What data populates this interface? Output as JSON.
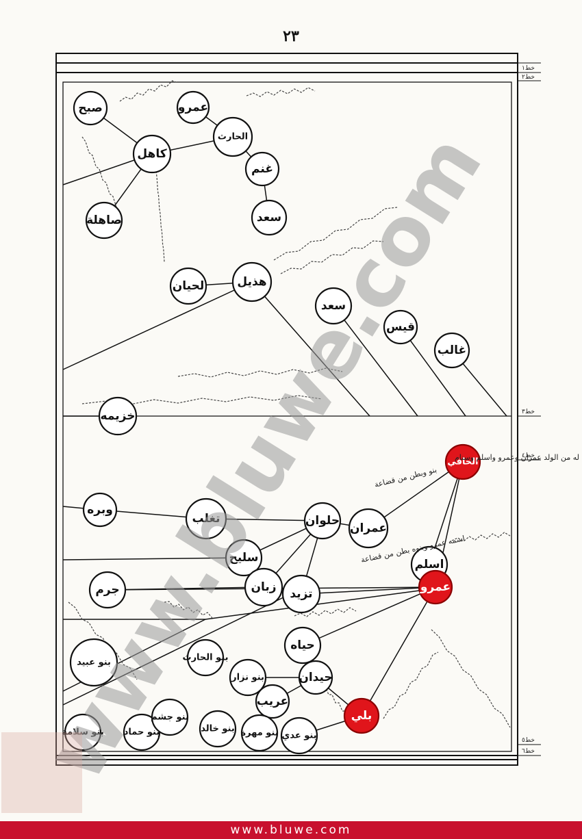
{
  "page_number": "٢٣",
  "nodes": [
    {
      "id": "sabih",
      "label": "صبح",
      "red": false
    },
    {
      "id": "amr_top",
      "label": "عمرو",
      "red": false
    },
    {
      "id": "kahil",
      "label": "كاهل",
      "red": false
    },
    {
      "id": "harith",
      "label": "الحارث",
      "red": false
    },
    {
      "id": "ghanm",
      "label": "غنم",
      "red": false
    },
    {
      "id": "sahila",
      "label": "صاهلة",
      "red": false
    },
    {
      "id": "saad_top",
      "label": "سعد",
      "red": false
    },
    {
      "id": "lihyan",
      "label": "لحيان",
      "red": false
    },
    {
      "id": "hudhayl",
      "label": "هذيل",
      "red": false
    },
    {
      "id": "saad",
      "label": "سعد",
      "red": false
    },
    {
      "id": "qays",
      "label": "قيس",
      "red": false
    },
    {
      "id": "ghalib",
      "label": "غالب",
      "red": false
    },
    {
      "id": "khuzayma",
      "label": "خزيمه",
      "red": false
    },
    {
      "id": "hafi",
      "label": "الحافي",
      "red": true
    },
    {
      "id": "wabra",
      "label": "وبره",
      "red": false
    },
    {
      "id": "taghlib",
      "label": "تغلب",
      "red": false
    },
    {
      "id": "hulwan",
      "label": "حلوان",
      "red": false
    },
    {
      "id": "imran",
      "label": "عمران",
      "red": false
    },
    {
      "id": "salih",
      "label": "سليح",
      "red": false
    },
    {
      "id": "aslam",
      "label": "اسلم",
      "red": false
    },
    {
      "id": "zabban",
      "label": "زبان",
      "red": false
    },
    {
      "id": "yazid",
      "label": "تزيد",
      "red": false
    },
    {
      "id": "amr",
      "label": "عمرو",
      "red": true
    },
    {
      "id": "jarm",
      "label": "جرم",
      "red": false
    },
    {
      "id": "banu_ubayd",
      "label": "بنو عبيد",
      "red": false
    },
    {
      "id": "banu_harith",
      "label": "بنو الحارث",
      "red": false
    },
    {
      "id": "hiyah",
      "label": "حياه",
      "red": false
    },
    {
      "id": "banu_nizar",
      "label": "بنو نزار",
      "red": false
    },
    {
      "id": "haydan",
      "label": "حيدان",
      "red": false
    },
    {
      "id": "uraib",
      "label": "عريب",
      "red": false
    },
    {
      "id": "bali",
      "label": "بلي",
      "red": true
    },
    {
      "id": "banu_salama",
      "label": "بنو سلامة",
      "red": false
    },
    {
      "id": "banu_hammad",
      "label": "بنو حماد",
      "red": false
    },
    {
      "id": "banu_jusham",
      "label": "بنو جشم",
      "red": false
    },
    {
      "id": "banu_khalid",
      "label": "بنو خالد",
      "red": false
    },
    {
      "id": "banu_muhra",
      "label": "بنو مهرة",
      "red": false
    },
    {
      "id": "banu_adi",
      "label": "بنو عدي",
      "red": false
    }
  ],
  "notes": {
    "hafi_line": "ويقال فيه الحاف بغيرياء بطن من قضاعة وكان له من الولد عمران وعمرو واسلم وسنام",
    "imran_note": "بنو وبطن من قضاعة",
    "salih_note": "اسمه عمرو وبنوه بطن من قضاعة"
  },
  "margin_labels": [
    "خط١",
    "خط٢",
    "خط٣",
    "خط٤",
    "خط٥",
    "خط٦"
  ],
  "watermark": "www.bluwe.com",
  "footer": "www.bluwe.com"
}
